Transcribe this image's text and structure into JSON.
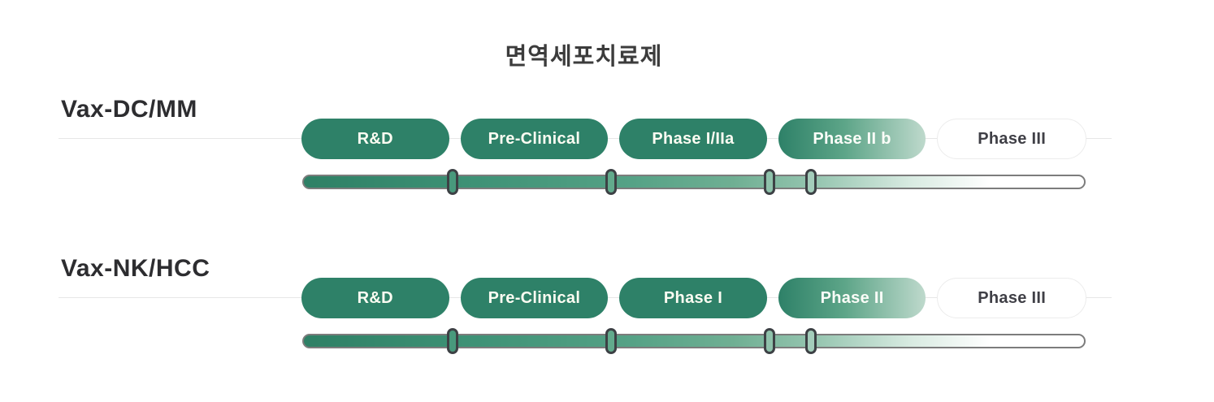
{
  "title": "면역세포치료제",
  "colors": {
    "stage_green": "#2E8168",
    "gradient_fade_end": "#BED9CC",
    "bar_border_gray": "#7C7C7C",
    "tick_border_dark": "#3D4145",
    "divider_gray": "#E7E7E7",
    "pending_border": "#ECECEC",
    "label_text": "#2D2D30",
    "pill_text": "#FCFCF2"
  },
  "rows": [
    {
      "name": "Vax-DC/MM",
      "stages": [
        {
          "label": "R&D",
          "status": "complete"
        },
        {
          "label": "Pre-Clinical",
          "status": "complete"
        },
        {
          "label": "Phase I/IIa",
          "status": "complete"
        },
        {
          "label": "Phase II b",
          "status": "in-progress"
        },
        {
          "label": "Phase III",
          "status": "pending"
        }
      ],
      "ticks": [
        {
          "pct": 19.2,
          "fill": "#48997C"
        },
        {
          "pct": 39.4,
          "fill": "#62AA8C"
        },
        {
          "pct": 59.6,
          "fill": "#8FC2AB"
        },
        {
          "pct": 64.9,
          "fill": "#A4CDBB"
        }
      ]
    },
    {
      "name": "Vax-NK/HCC",
      "stages": [
        {
          "label": "R&D",
          "status": "complete"
        },
        {
          "label": "Pre-Clinical",
          "status": "complete"
        },
        {
          "label": "Phase I",
          "status": "complete"
        },
        {
          "label": "Phase II",
          "status": "in-progress"
        },
        {
          "label": "Phase III",
          "status": "pending"
        }
      ],
      "ticks": [
        {
          "pct": 19.2,
          "fill": "#48997C"
        },
        {
          "pct": 39.4,
          "fill": "#62AA8C"
        },
        {
          "pct": 59.6,
          "fill": "#8FC2AB"
        },
        {
          "pct": 64.9,
          "fill": "#A4CDBB"
        }
      ]
    }
  ]
}
